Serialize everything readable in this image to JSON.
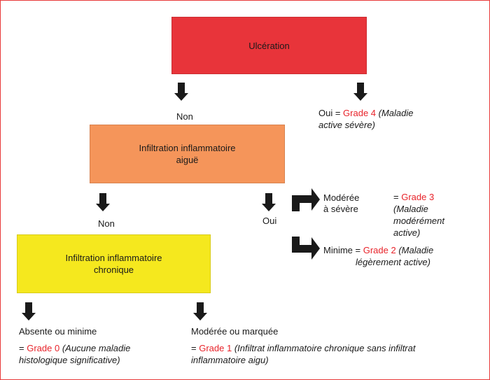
{
  "colors": {
    "border": "#e83a3a",
    "ulceration_box": "#e8343a",
    "acute_box": "#f5955a",
    "chronic_box": "#f5e81e",
    "grade_red": "#e8232a",
    "arrow": "#1a1a1a"
  },
  "diagram": {
    "ulceration": {
      "label": "Ulcération"
    },
    "acute": {
      "line1": "Infiltration inflammatoire",
      "line2": "aiguë"
    },
    "chronic": {
      "line1": "Infiltration inflammatoire",
      "line2": "chronique"
    },
    "branch_non_1": "Non",
    "grade4": {
      "prefix": "Oui = ",
      "grade": "Grade 4",
      "desc1": " (Maladie",
      "desc2": "active sévère)"
    },
    "branch_non_2": "Non",
    "branch_oui_2": "Oui",
    "moderate": {
      "line1": "Modérée",
      "line2": "à sévère"
    },
    "grade3": {
      "prefix": "= ",
      "grade": "Grade 3",
      "desc1": "(Maladie",
      "desc2": "modérément",
      "desc3": "active)"
    },
    "grade2": {
      "prefix": "Minime = ",
      "grade": "Grade 2",
      "desc1": " (Maladie",
      "desc2": "légèrement active)"
    },
    "absent": {
      "label": "Absente ou minime",
      "prefix": "= ",
      "grade": "Grade 0",
      "desc1": " (Aucune maladie",
      "desc2": "histologique significative)"
    },
    "marked": {
      "label": "Modérée ou marquée",
      "prefix": "= ",
      "grade": "Grade 1",
      "desc1": " (Infiltrat inflammatoire chronique sans infiltrat",
      "desc2": "inflammatoire aigu)"
    }
  }
}
